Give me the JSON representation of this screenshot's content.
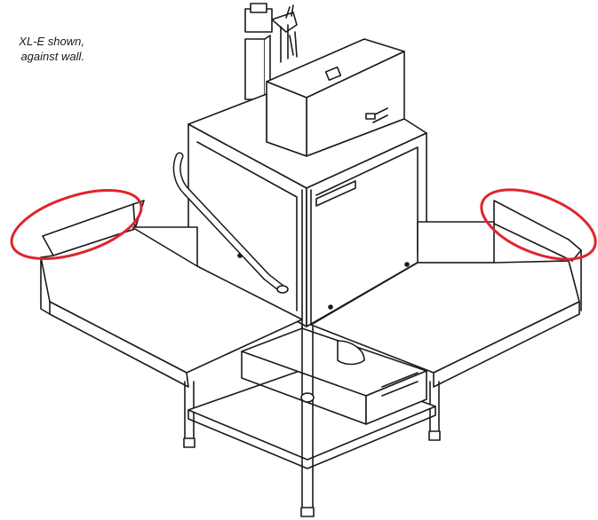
{
  "caption": {
    "line1": "XL-E shown,",
    "line2": "against wall."
  },
  "colors": {
    "outline": "#1a1a1a",
    "panel": "#ffffff",
    "highlight": "#e0242b"
  },
  "highlights": [
    {
      "name": "left-table-backsplash"
    },
    {
      "name": "right-table-backsplash"
    }
  ]
}
